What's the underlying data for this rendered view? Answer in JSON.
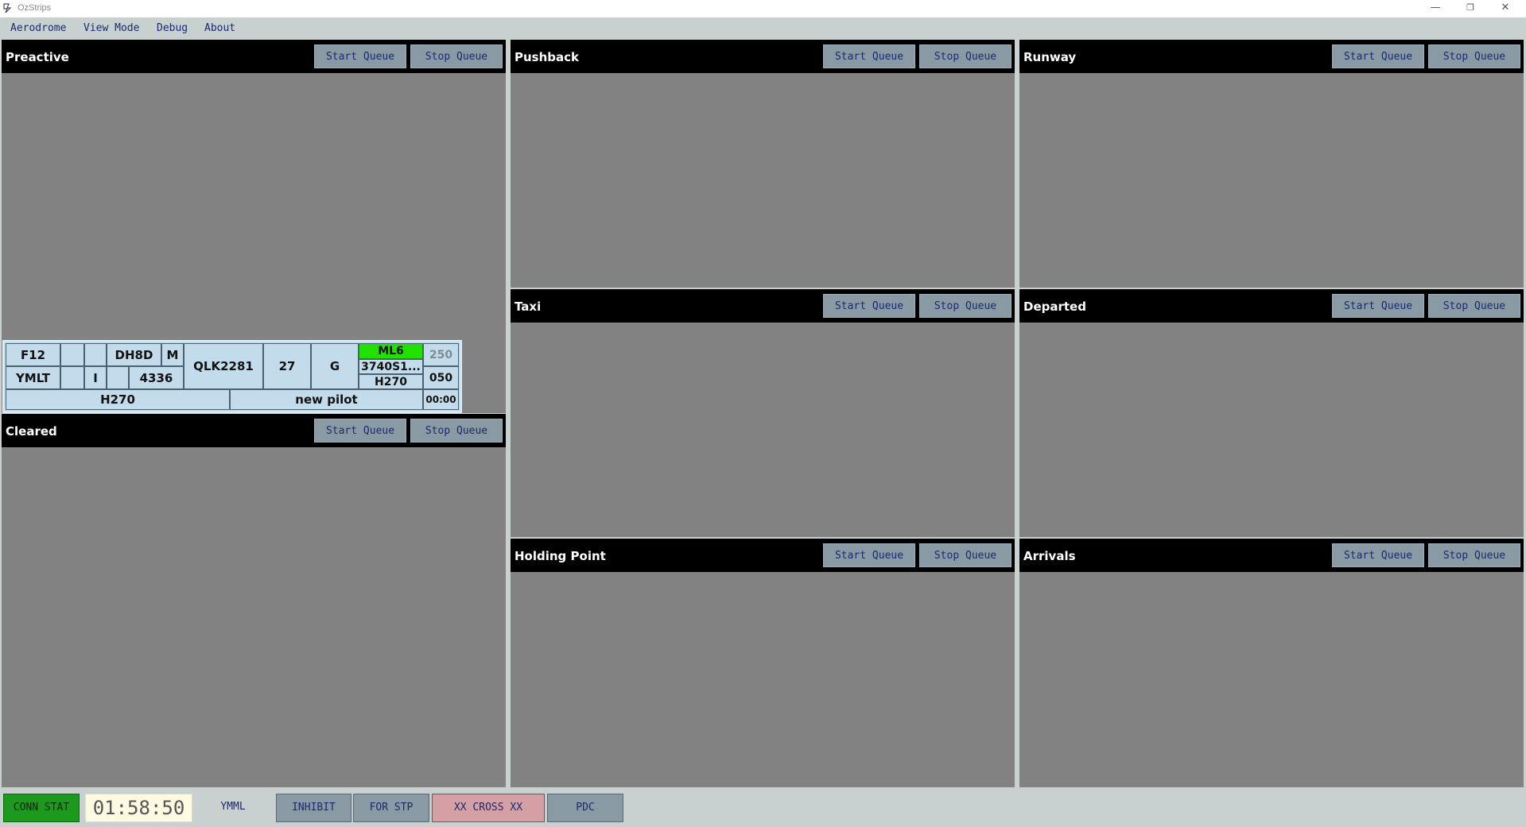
{
  "window": {
    "title": "OzStrips",
    "controls": {
      "minimize": "—",
      "restore": "❐",
      "close": "✕"
    }
  },
  "menu": [
    "Aerodrome",
    "View Mode",
    "Debug",
    "About"
  ],
  "bays": [
    {
      "title": "Preactive",
      "start_label": "Start Queue",
      "stop_label": "Stop Queue"
    },
    {
      "title": "Cleared",
      "start_label": "Start Queue",
      "stop_label": "Stop Queue"
    },
    {
      "title": "Pushback",
      "start_label": "Start Queue",
      "stop_label": "Stop Queue"
    },
    {
      "title": "Taxi",
      "start_label": "Start Queue",
      "stop_label": "Stop Queue"
    },
    {
      "title": "Holding Point",
      "start_label": "Start Queue",
      "stop_label": "Stop Queue"
    },
    {
      "title": "Runway",
      "start_label": "Start Queue",
      "stop_label": "Stop Queue"
    },
    {
      "title": "Departed",
      "start_label": "Start Queue",
      "stop_label": "Stop Queue"
    },
    {
      "title": "Arrivals",
      "start_label": "Start Queue",
      "stop_label": "Stop Queue"
    }
  ],
  "strip": {
    "gate": "F12",
    "destination": "YMLT",
    "aircraft_type": "DH8D",
    "wake": "M",
    "flight_rules": "I",
    "squawk": "4336",
    "callsign": "QLK2281",
    "runway": "27",
    "ready": "G",
    "sid": "ML6",
    "route": "3740S1...",
    "heading": "H270",
    "rfl": "250",
    "cfl": "050",
    "glop": "H270",
    "remarks": "new pilot",
    "time": "00:00",
    "sid_color": "#22e000"
  },
  "status": {
    "conn": "CONN STAT",
    "clock": "01:58:50",
    "aerodrome": "YMML",
    "inhibit": "INHIBIT",
    "forstp": "FOR STP",
    "cross": "XX CROSS XX",
    "pdc": "PDC"
  },
  "colors": {
    "conn_bg": "#1d9a1d",
    "cross_bg": "#d4a0a6",
    "clock_bg": "#fffbe2"
  }
}
